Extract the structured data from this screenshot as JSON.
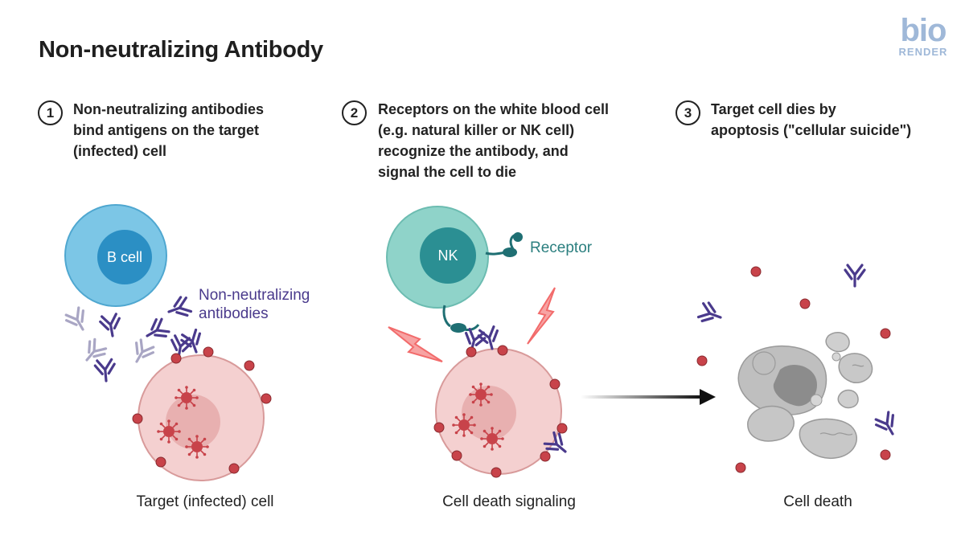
{
  "title": "Non-neutralizing Antibody",
  "logo": {
    "top": "bio",
    "bottom": "RENDER"
  },
  "steps": [
    {
      "number": "1",
      "text": "Non-neutralizing antibodies\nbind antigens on the target\n(infected) cell"
    },
    {
      "number": "2",
      "text": "Receptors on the white blood cell\n(e.g. natural killer or NK cell)\nrecognize the antibody, and\nsignal the cell to die"
    },
    {
      "number": "3",
      "text": "Target cell dies by\napoptosis (\"cellular suicide\")"
    }
  ],
  "panels": {
    "p1": {
      "cell_label": "B cell",
      "antibody_label_1": "Non-neutralizing",
      "antibody_label_2": "antibodies",
      "caption": "Target (infected) cell"
    },
    "p2": {
      "cell_label": "NK",
      "receptor_label": "Receptor",
      "caption": "Cell death signaling"
    },
    "p3": {
      "caption": "Cell death"
    }
  },
  "colors": {
    "b_cell": "#7cc6e6",
    "b_nucleus": "#2b8fc4",
    "nk_cell": "#8fd3c9",
    "nk_nucleus": "#2b8f93",
    "receptor": "#1f6f73",
    "target_cell": "#f4d0d0",
    "target_edge": "#d89a9a",
    "antigen": "#c8434a",
    "antibody": "#4a3a8c",
    "antibody_faint": "#a9a6c4",
    "lightning": "#f26b6b",
    "debris": "#bfbfbf"
  }
}
